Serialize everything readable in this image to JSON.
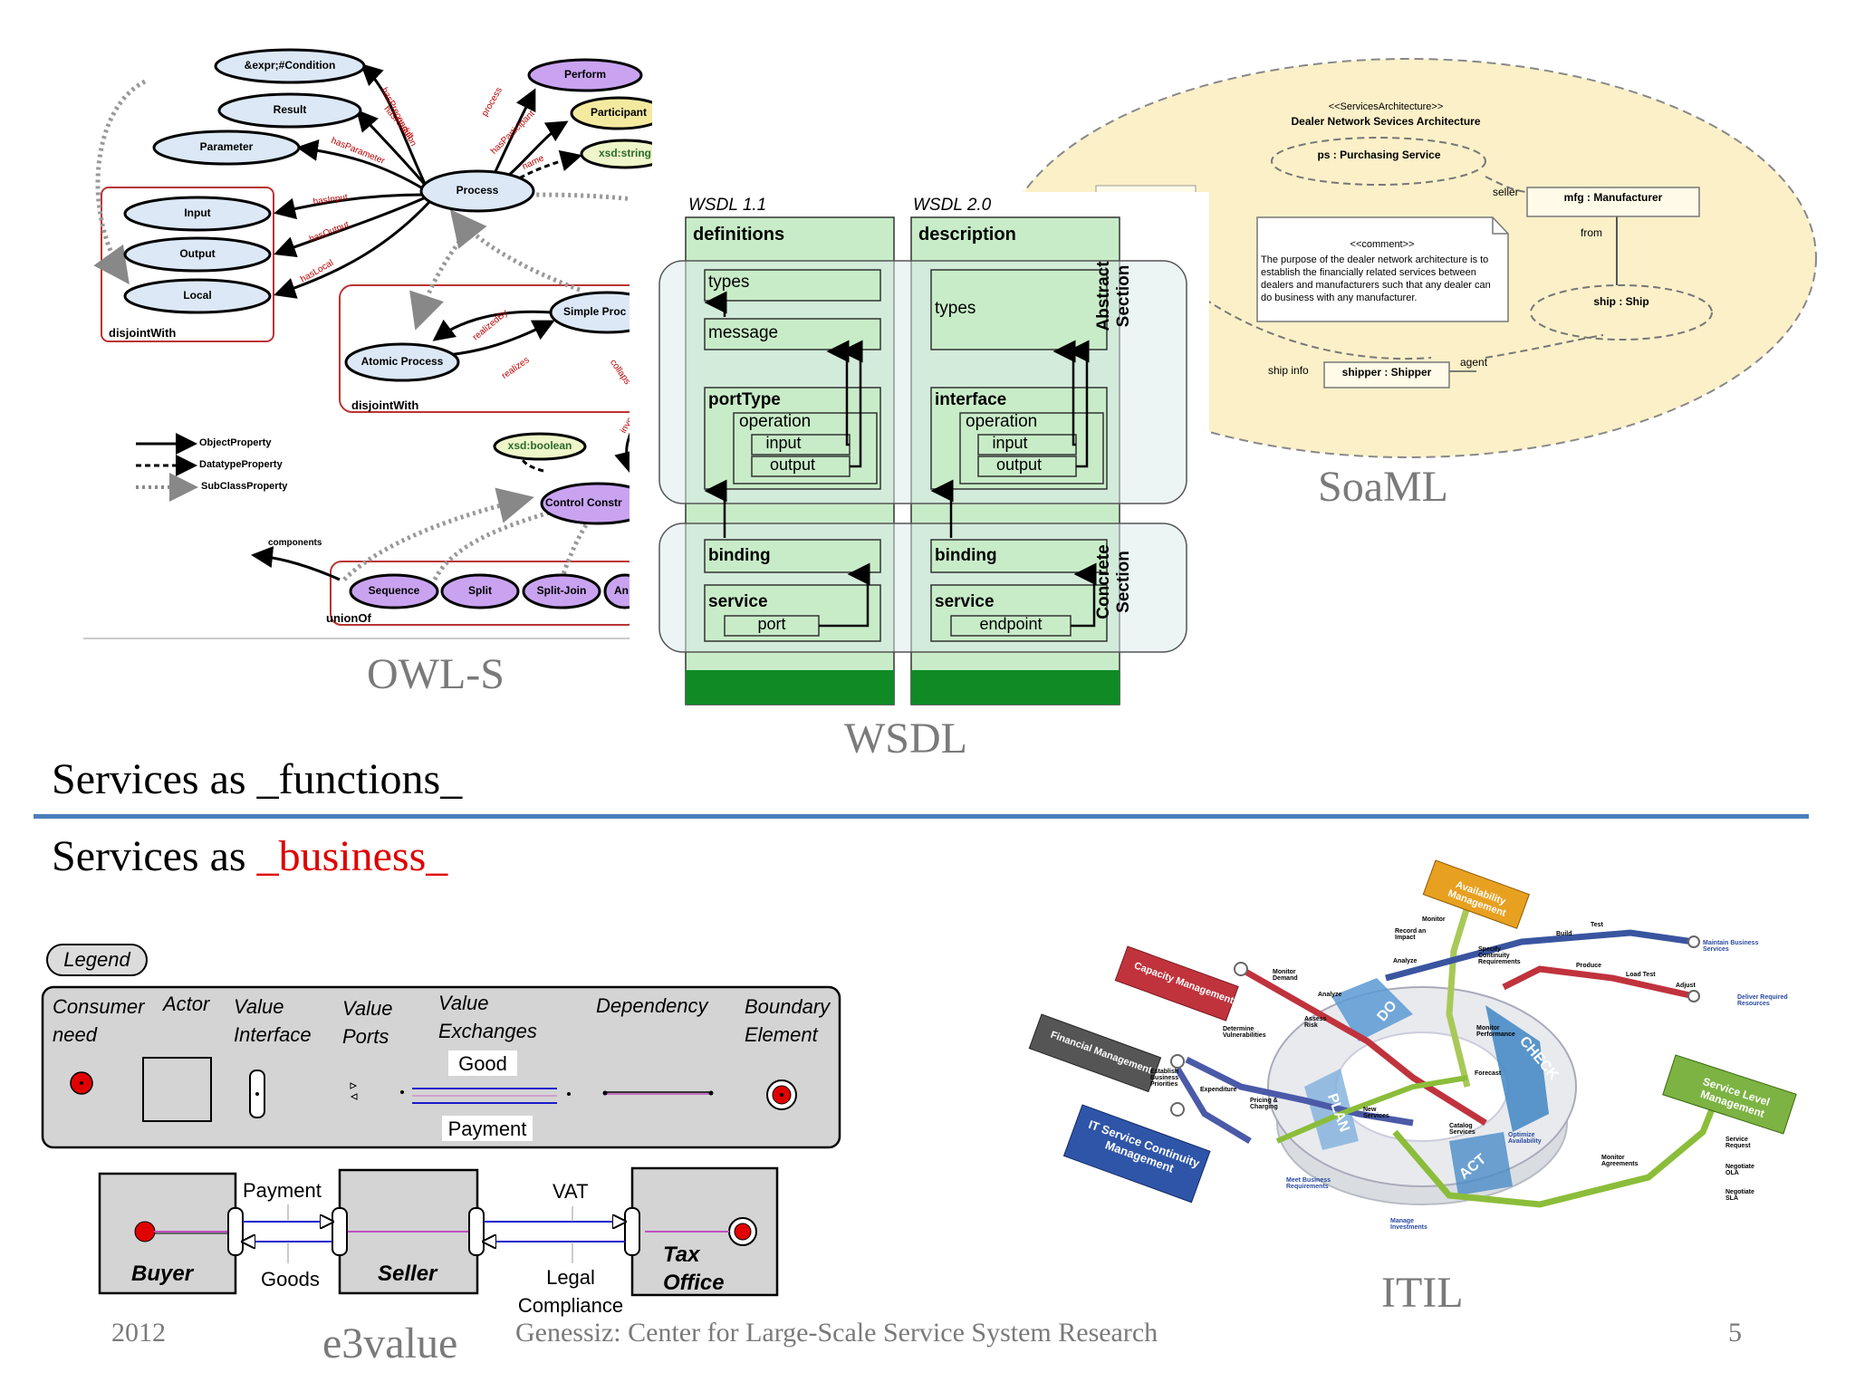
{
  "captions": {
    "owls": "OWL-S",
    "wsdl": "WSDL",
    "soaml": "SoaML",
    "itil": "ITIL",
    "e3value": "e3value"
  },
  "headings": {
    "functions_prefix": "Services as ",
    "functions_word": "_functions_",
    "business_prefix": "Services as ",
    "business_word": "_business_"
  },
  "footer": {
    "year": "2012",
    "center": "Genessiz: Center for Large-Scale Service System Research",
    "page": "5"
  },
  "owls": {
    "nodes": [
      "&expr;#Condition",
      "Result",
      "Parameter",
      "Input",
      "Output",
      "Local",
      "Process",
      "Perform",
      "Participant",
      "xsd:string",
      "Atomic Process",
      "Simple Proc",
      "xsd:boolean",
      "Control Constr",
      "Sequence",
      "Split",
      "Split-Join",
      "An"
    ],
    "edges": [
      "hasPrecondition",
      "hasResult",
      "hasParameter",
      "hasInput",
      "hasOutput",
      "hasLocal",
      "process",
      "hasParticipant",
      "name",
      "realizedBy",
      "realizes",
      "collaps",
      "invo",
      "components"
    ],
    "groups": [
      "disjointWith",
      "disjointWith",
      "unionOf"
    ],
    "legend": [
      "ObjectProperty",
      "DatatypeProperty",
      "SubClassProperty"
    ]
  },
  "wsdl": {
    "v11": "WSDL 1.1",
    "v20": "WSDL 2.0",
    "definitions": "definitions",
    "description": "description",
    "types": "types",
    "message": "message",
    "portType": "portType",
    "interface": "interface",
    "operation": "operation",
    "input": "input",
    "output": "output",
    "binding": "binding",
    "service": "service",
    "port": "port",
    "endpoint": "endpoint",
    "abstract": "Abstract Section",
    "concrete": "Concrete Section"
  },
  "soaml": {
    "stereotype": "<<ServicesArchitecture>>",
    "title": "Dealer Network Sevices Architecture",
    "purchasing": "ps : Purchasing Service",
    "manufacturer": "mfg : Manufacturer",
    "seller": "seller",
    "from": "from",
    "ship": "ship : Ship",
    "shipper": "shipper : Shipper",
    "ship_info": "ship info",
    "agent": "agent",
    "comment_stereo": "<<comment>>",
    "comment": "The purpose of the dealer network architecture is to establish the financially related services between dealers and manufacturers such that any dealer can do business with any manufacturer."
  },
  "e3value": {
    "legend_title": "Legend",
    "consumer_need": "Consumer need",
    "actor": "Actor",
    "value_interface": "Value Interface",
    "value_ports": "Value Ports",
    "value_exchanges": "Value Exchanges",
    "good": "Good",
    "payment": "Payment",
    "dependency": "Dependency",
    "boundary_element": "Boundary Element",
    "buyer": "Buyer",
    "seller": "Seller",
    "tax_office": "Tax Office",
    "payment2": "Payment",
    "goods": "Goods",
    "vat": "VAT",
    "legal": "Legal Compliance"
  },
  "itil": {
    "stations": [
      "Availability Management",
      "Capacity Management",
      "Financial Management",
      "IT Service Continuity Management",
      "Service Level Management"
    ],
    "labels": [
      "Monitor",
      "Record an Impact",
      "Analyze",
      "Specify Continuity Requirements",
      "Build",
      "Test",
      "Maintain Business Services",
      "Produce",
      "Load Test",
      "Adjust",
      "Deliver Required Resources",
      "Monitor Demand",
      "Analyze",
      "Assess Risk",
      "Determine Vulnerabilities",
      "Monitor Performance",
      "Forecast",
      "Establish Business Priorities",
      "Expenditure",
      "Pricing & Charging",
      "New Services",
      "Catalog Services",
      "Optimize Availability",
      "Monitor Agreements",
      "Service Request",
      "Negotiate OLA",
      "Negotiate SLA",
      "Meet Business Requirements",
      "Manage Investments",
      "DO",
      "CHECK",
      "PLAN",
      "ACT"
    ]
  }
}
